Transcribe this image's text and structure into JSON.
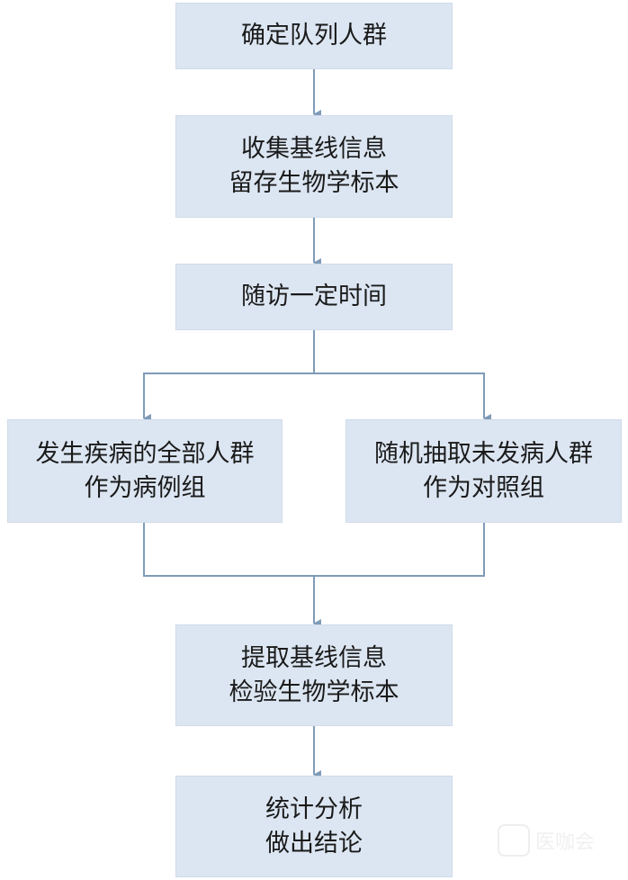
{
  "colors": {
    "box_fill": "#dce6f2",
    "line": "#7f9bb8"
  },
  "steps": {
    "s1": [
      "确定队列人群"
    ],
    "s2": [
      "收集基线信息",
      "留存生物学标本"
    ],
    "s3": [
      "随访一定时间"
    ],
    "case": [
      "发生疾病的全部人群",
      "作为病例组"
    ],
    "control": [
      "随机抽取未发病人群",
      "作为对照组"
    ],
    "s5": [
      "提取基线信息",
      "检验生物学标本"
    ],
    "s6": [
      "统计分析",
      "做出结论"
    ]
  },
  "watermark": "医咖会"
}
